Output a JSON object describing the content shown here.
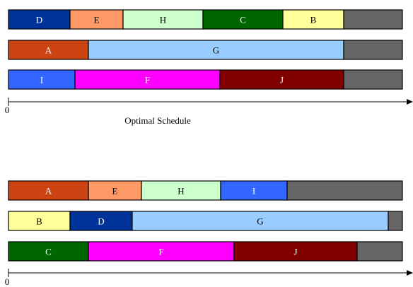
{
  "schedules": [
    {
      "caption": "Optimal Schedule",
      "axis_origin_label": "0",
      "machines": [
        {
          "jobs": [
            {
              "label": "D",
              "start": 0,
              "end": 87,
              "color": "#003399",
              "text_color": "#ffffff"
            },
            {
              "label": "E",
              "start": 87,
              "end": 162,
              "color": "#ff9966",
              "text_color": "#000000"
            },
            {
              "label": "H",
              "start": 162,
              "end": 275,
              "color": "#ccffcc",
              "text_color": "#000000"
            },
            {
              "label": "C",
              "start": 275,
              "end": 388,
              "color": "#006600",
              "text_color": "#ffffff"
            },
            {
              "label": "B",
              "start": 388,
              "end": 474,
              "color": "#ffff99",
              "text_color": "#000000"
            }
          ]
        },
        {
          "jobs": [
            {
              "label": "A",
              "start": 0,
              "end": 113,
              "color": "#cc4411",
              "text_color": "#ffffff"
            },
            {
              "label": "G",
              "start": 113,
              "end": 474,
              "color": "#99ccff",
              "text_color": "#000000"
            }
          ]
        },
        {
          "jobs": [
            {
              "label": "I",
              "start": 0,
              "end": 94,
              "color": "#3366ff",
              "text_color": "#ffffff"
            },
            {
              "label": "F",
              "start": 94,
              "end": 299,
              "color": "#ff00ff",
              "text_color": "#ffffff"
            },
            {
              "label": "J",
              "start": 299,
              "end": 474,
              "color": "#800000",
              "text_color": "#ffffff"
            }
          ]
        }
      ]
    },
    {
      "caption": "",
      "axis_origin_label": "0",
      "machines": [
        {
          "jobs": [
            {
              "label": "A",
              "start": 0,
              "end": 113,
              "color": "#cc4411",
              "text_color": "#ffffff"
            },
            {
              "label": "E",
              "start": 113,
              "end": 188,
              "color": "#ff9966",
              "text_color": "#000000"
            },
            {
              "label": "H",
              "start": 188,
              "end": 300,
              "color": "#ccffcc",
              "text_color": "#000000"
            },
            {
              "label": "I",
              "start": 300,
              "end": 394,
              "color": "#3366ff",
              "text_color": "#ffffff"
            }
          ]
        },
        {
          "jobs": [
            {
              "label": "B",
              "start": 0,
              "end": 87,
              "color": "#ffff99",
              "text_color": "#000000"
            },
            {
              "label": "D",
              "start": 87,
              "end": 175,
              "color": "#003399",
              "text_color": "#ffffff"
            },
            {
              "label": "G",
              "start": 175,
              "end": 537,
              "color": "#99ccff",
              "text_color": "#000000"
            }
          ]
        },
        {
          "jobs": [
            {
              "label": "C",
              "start": 0,
              "end": 113,
              "color": "#006600",
              "text_color": "#ffffff"
            },
            {
              "label": "F",
              "start": 113,
              "end": 319,
              "color": "#ff00ff",
              "text_color": "#ffffff"
            },
            {
              "label": "J",
              "start": 319,
              "end": 493,
              "color": "#800000",
              "text_color": "#ffffff"
            }
          ]
        }
      ]
    }
  ],
  "timeline_end": 557,
  "colors": {
    "idle": "#666666",
    "outline": "#000000"
  }
}
